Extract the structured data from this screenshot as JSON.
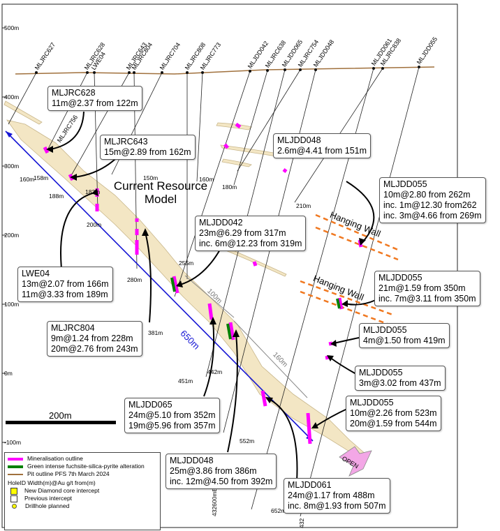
{
  "y_axis_labels": [
    "500m",
    "400m",
    "300m",
    "200m",
    "100m",
    "0m",
    "-100m"
  ],
  "easting_labels": [
    "432600mE",
    "432"
  ],
  "scale_bar_label": "200m",
  "collars": [
    "MLJRC627",
    "MLJRC628",
    "LWE04",
    "MLJRC643",
    "MLJRC804",
    "MLJRC704",
    "MLJRC808",
    "MLJRC773",
    "MLJDD042",
    "MLJRC638",
    "MLJDD065",
    "MLJRC754",
    "MLJDD048",
    "MLJDD061",
    "MLJRC838",
    "MLJDD055"
  ],
  "inline_labels": {
    "mljrc756": "MLJRC756",
    "model": "Current Resource\nModel",
    "hanging_wall_1": "Hanging Wall",
    "hanging_wall_2": "Hanging Wall",
    "open": "OPEN",
    "d650": "650m",
    "d100": "100m",
    "d160": "160m"
  },
  "depth_labels": [
    "160m",
    "158m",
    "188m",
    "182m",
    "200m",
    "150m",
    "160m",
    "180m",
    "210m",
    "255m",
    "280m",
    "381m",
    "451m",
    "442m",
    "552m",
    "652m"
  ],
  "callouts": {
    "mljrc628": [
      "MLJRC628",
      "11m@2.37 from 122m"
    ],
    "mljrc643": [
      "MLJRC643",
      "15m@2.89 from 162m"
    ],
    "mljdd048_upper": [
      "MLJDD048",
      "2.6m@4.41 from 151m"
    ],
    "mljdd055_a": [
      "MLJDD055",
      "10m@2.80 from 262m",
      "inc. 1m@12.30 from262",
      "inc. 3m@4.66 from 269m"
    ],
    "mljdd042": [
      "MLJDD042",
      "23m@6.29 from 317m",
      "inc. 6m@12.23 from 319m"
    ],
    "lwe04": [
      "LWE04",
      "13m@2.07 from 166m",
      "11m@3.33 from 189m"
    ],
    "mljdd055_b": [
      "MLJDD055",
      "21m@1.59 from 350m",
      "inc. 7m@3.11 from 350m"
    ],
    "mljrc804": [
      "MLJRC804",
      "9m@1.24 from 228m",
      "20m@2.76 from 243m"
    ],
    "mljdd055_c": [
      "MLJDD055",
      "4m@1.50 from 419m"
    ],
    "mljdd055_d": [
      "MLJDD055",
      "3m@3.02 from 437m"
    ],
    "mljdd065": [
      "MLJDD065",
      "24m@5.10 from 352m",
      "19m@5.96 from 357m"
    ],
    "mljdd055_e": [
      "MLJDD055",
      "10m@2.26 from 523m",
      "20m@1.59 from 544m"
    ],
    "mljdd048_lower": [
      "MLJDD048",
      "25m@3.86 from 386m",
      "inc. 12m@4.50 from 392m"
    ],
    "mljdd061": [
      "MLJDD061",
      "24m@1.17 from 488m",
      "inc. 8m@1.93 from 507m"
    ]
  },
  "legend": {
    "items": [
      "Mineralisation outline",
      "Green intense fuchsite-silica-pyrite alteration",
      "Pit outline PFS 7th March 2024"
    ],
    "header": "HoleID Width(m)@Au g/t from(m)",
    "markers": [
      "New Diamond core intercept",
      "Previous intercept",
      "Drillhole planned"
    ]
  },
  "colors": {
    "mineralisation": "#ff00ff",
    "alteration": "#008000",
    "pit": "#a0703c",
    "section": "#1515d4",
    "hanging_wall": "#f07820",
    "ore": "#f3e6c4",
    "open": "#f3a7e6"
  }
}
